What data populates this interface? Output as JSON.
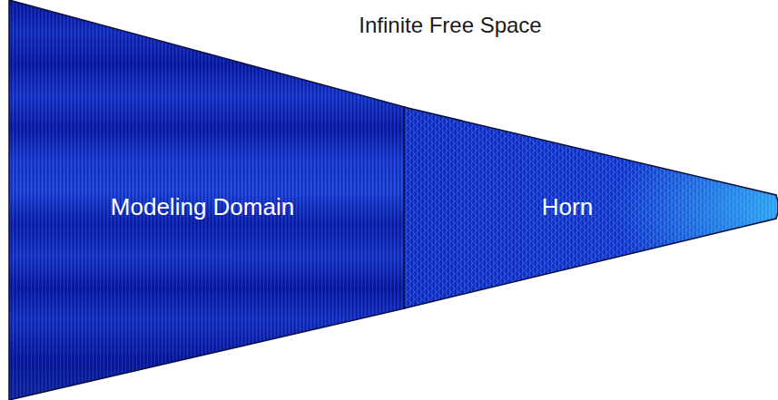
{
  "diagram": {
    "nodes": [
      {
        "text": [
          "Modeling Domain"
        ]
      },
      {
        "text": [
          "Horn"
        ]
      }
    ],
    "labels": [
      "Infinite Free Space"
    ]
  }
}
